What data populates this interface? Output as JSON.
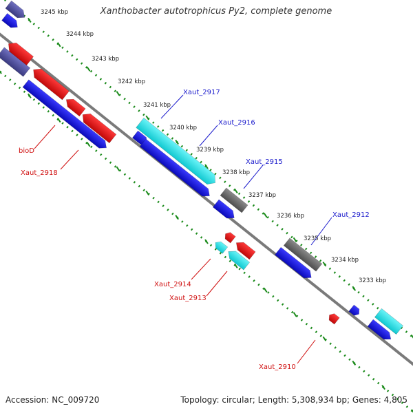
{
  "title": "Xanthobacter autotrophicus Py2, complete genome",
  "footer": {
    "accession": "Accession: NC_009720",
    "summary": "Topology: circular; Length: 5,308,934 bp; Genes: 4,805"
  },
  "kbp_labels": [
    "3245 kbp",
    "3244 kbp",
    "3243 kbp",
    "3242 kbp",
    "3241 kbp",
    "3240 kbp",
    "3239 kbp",
    "3238 kbp",
    "3237 kbp",
    "3236 kbp",
    "3235 kbp",
    "3234 kbp",
    "3233 kbp"
  ],
  "gene_labels": {
    "forward": [
      "Xaut_2917",
      "Xaut_2916",
      "Xaut_2915",
      "Xaut_2912"
    ],
    "reverse": [
      "bioD",
      "Xaut_2918",
      "Xaut_2914",
      "Xaut_2913",
      "Xaut_2910"
    ]
  },
  "colors": {
    "forward_label": "#1a1acc",
    "reverse_label": "#d01010",
    "cds_blue": "#1010e0",
    "cds_red": "#ee1010",
    "cds_cyan": "#20e0e8",
    "cds_gray": "#6e6e6e",
    "cds_purple": "#44448a",
    "backbone": "#7a7a7a",
    "ticks": "#1a8a1a"
  }
}
